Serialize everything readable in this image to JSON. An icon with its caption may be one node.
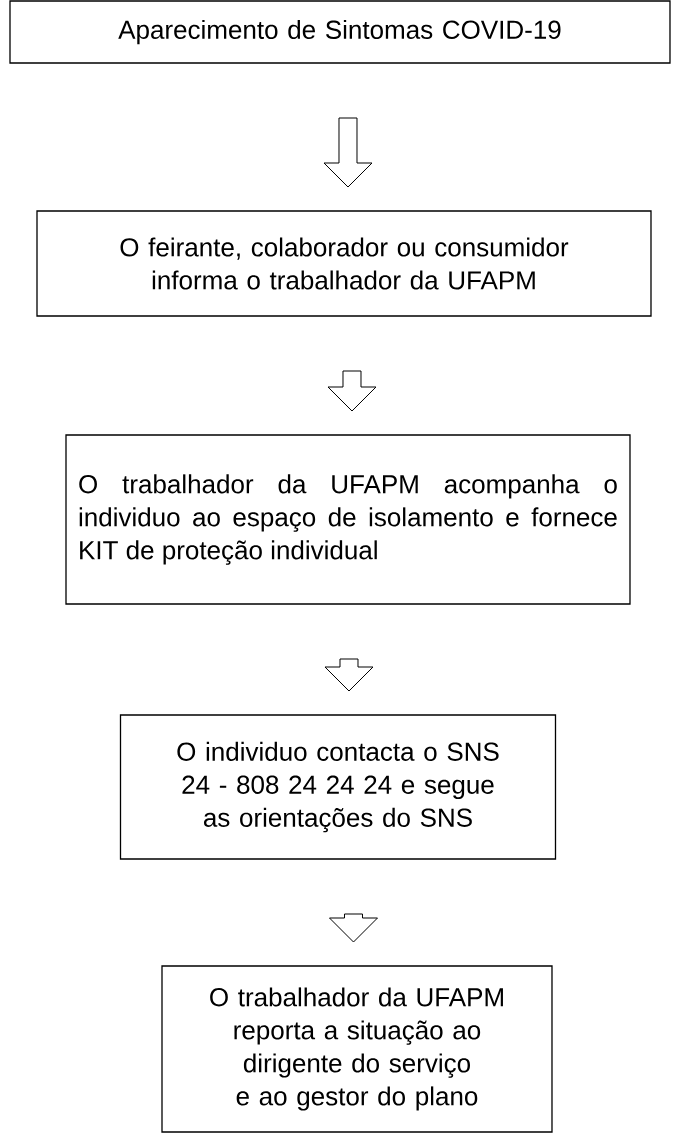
{
  "diagram": {
    "nodes": [
      {
        "text": [
          "Aparecimento de Sintomas COVID-19"
        ]
      },
      {
        "text": [
          "O feirante, colaborador ou consumidor informa o trabalhador da UFAPM"
        ]
      },
      {
        "text": [
          "O trabalhador da UFAPM acompanha o individuo ao espaço de isolamento e fornece KIT de proteção individual"
        ]
      },
      {
        "text": [
          "O individuo contacta o SNS 24 - 808 24 24 24 e segue as orientações do SNS"
        ]
      },
      {
        "text": [
          "O trabalhador da UFAPM reporta a situação ao dirigente do serviço e ao gestor do plano"
        ]
      }
    ],
    "edges": [
      {
        "from": 0,
        "to": 1,
        "arrow": "to"
      },
      {
        "from": 1,
        "to": 2,
        "arrow": "to"
      },
      {
        "from": 2,
        "to": 3,
        "arrow": "to"
      },
      {
        "from": 3,
        "to": 4,
        "arrow": "to"
      }
    ]
  }
}
